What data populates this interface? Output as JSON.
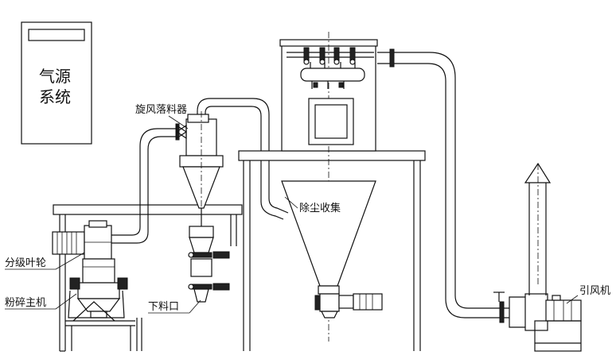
{
  "labels": {
    "gas_source_line1": "气源",
    "gas_source_line2": "系统",
    "cyclone": "旋风落料器",
    "dust_collector": "除尘收集",
    "classifier_wheel": "分级叶轮",
    "main_mill": "粉碎主机",
    "discharge": "下料口",
    "induced_fan": "引风机"
  }
}
